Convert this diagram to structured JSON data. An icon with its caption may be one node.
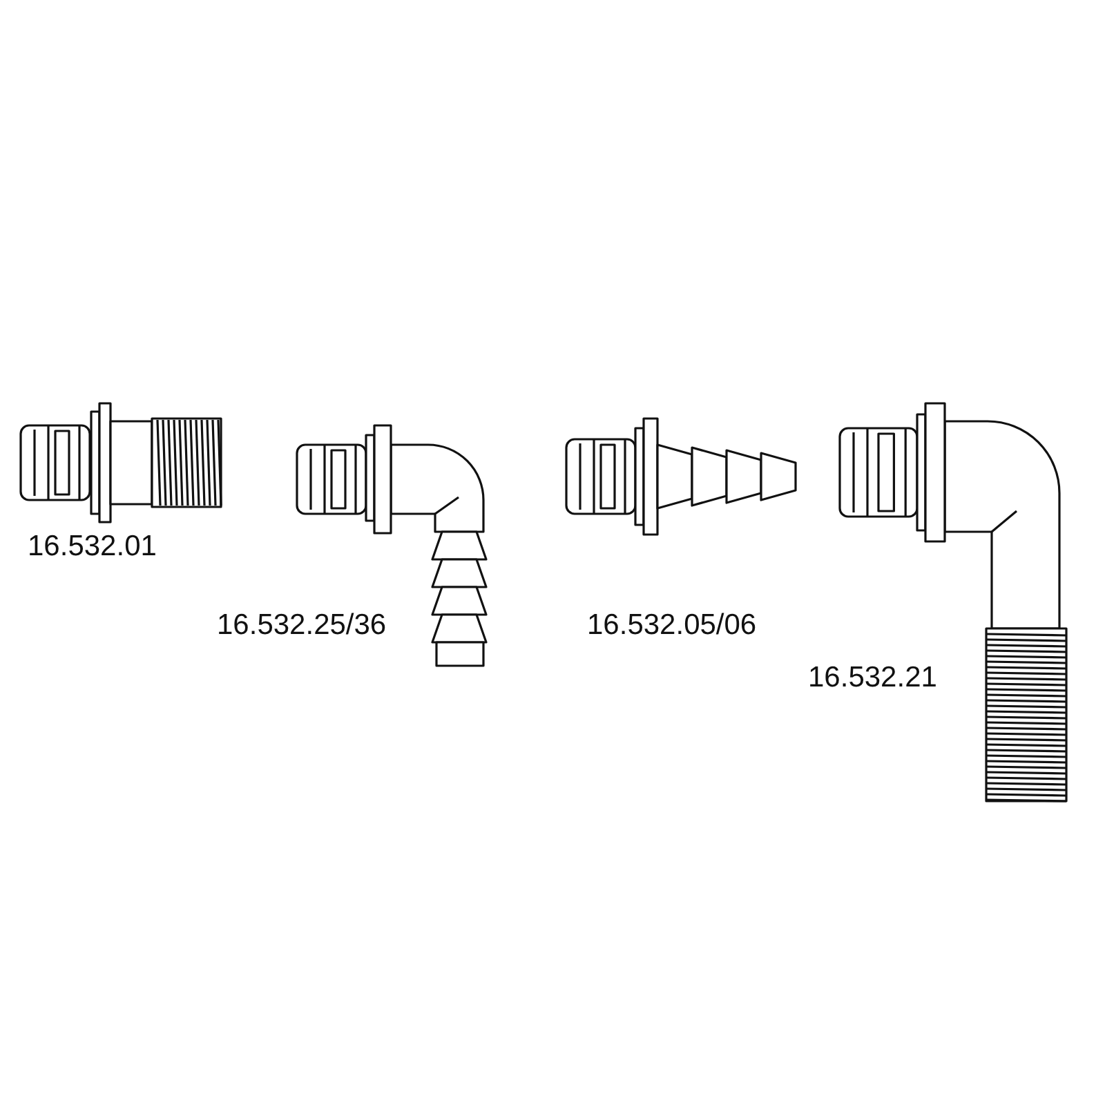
{
  "diagram": {
    "labels": [
      "16.532.01",
      "16.532.25/36",
      "16.532.05/06",
      "16.532.21"
    ]
  }
}
